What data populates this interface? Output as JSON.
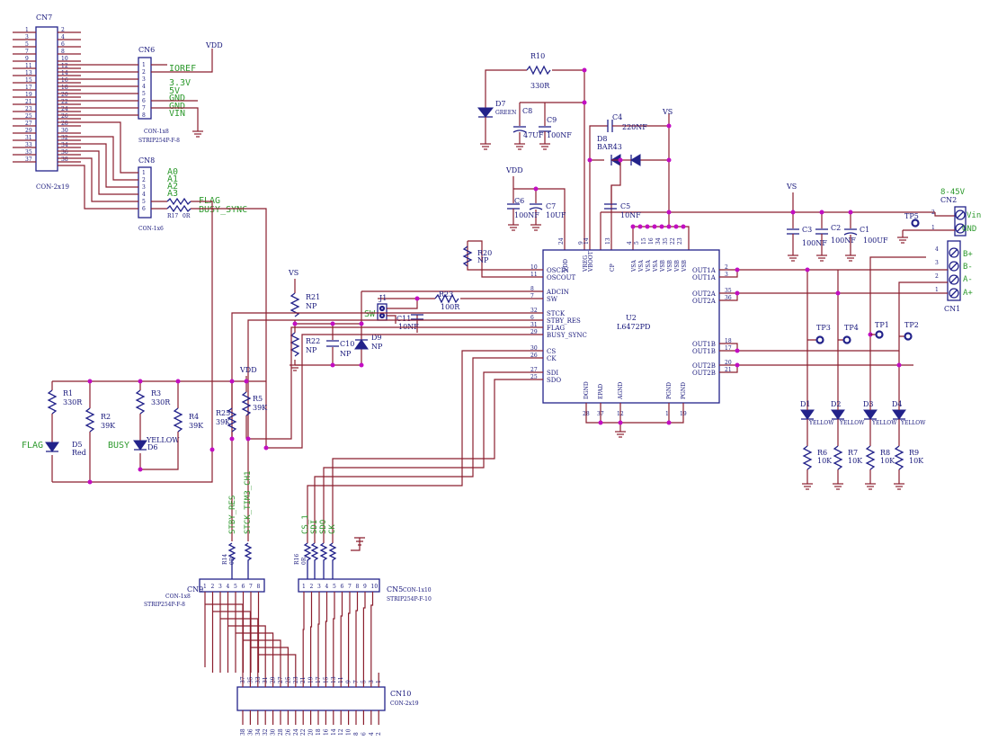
{
  "connectors": {
    "cn7": {
      "ref": "CN7",
      "type": "CON-2x19",
      "left_pins": [
        "1",
        "3",
        "5",
        "7",
        "9",
        "11",
        "13",
        "15",
        "17",
        "19",
        "21",
        "23",
        "25",
        "27",
        "29",
        "31",
        "33",
        "35",
        "37"
      ],
      "right_pins": [
        "2",
        "4",
        "6",
        "8",
        "10",
        "12",
        "14",
        "16",
        "18",
        "20",
        "22",
        "24",
        "26",
        "28",
        "30",
        "32",
        "34",
        "36",
        "38"
      ]
    },
    "cn6": {
      "ref": "CN6",
      "type": "CON-1x8",
      "part": "STRIP254P-F-8",
      "pins": [
        "1",
        "2",
        "3",
        "4",
        "5",
        "6",
        "7",
        "8"
      ],
      "nets": [
        "IOREF",
        "3.3V",
        "5V",
        "GND",
        "GND",
        "VIN"
      ]
    },
    "cn8": {
      "ref": "CN8",
      "type": "CON-1x6",
      "pins": [
        "1",
        "2",
        "3",
        "4",
        "5",
        "6"
      ],
      "nets": [
        "A0",
        "A1",
        "A2",
        "A3"
      ]
    },
    "cn9": {
      "ref": "CN9",
      "type": "CON-1x8",
      "part": "STRIP254P-F-8"
    },
    "cn5": {
      "ref": "CN5",
      "type": "CON-1x10",
      "part": "STRIP254P-F-10"
    },
    "cn10": {
      "ref": "CN10",
      "type": "CON-2x19",
      "top_pins": [
        "37",
        "35",
        "33",
        "31",
        "29",
        "27",
        "25",
        "23",
        "21",
        "19",
        "17",
        "15",
        "13",
        "11",
        "9",
        "7",
        "5",
        "3",
        "1"
      ],
      "bottom_pins": [
        "38",
        "36",
        "34",
        "32",
        "30",
        "28",
        "26",
        "24",
        "22",
        "20",
        "18",
        "16",
        "14",
        "12",
        "10",
        "8",
        "6",
        "4",
        "2"
      ]
    },
    "cn2": {
      "ref": "CN2",
      "title": "8-45V",
      "pins": [
        "2",
        "1"
      ],
      "labels": [
        "Vin",
        "GND"
      ]
    },
    "cn1": {
      "ref": "CN1",
      "pins": [
        "4",
        "3",
        "2",
        "1"
      ],
      "labels": [
        "B+",
        "B-",
        "A-",
        "A+"
      ]
    }
  },
  "nets": {
    "vdd": "VDD",
    "vs": "VS",
    "flag": "FLAG",
    "busy_sync": "BUSY_SYNC",
    "sw": "SW",
    "stby_res": "STBY_RES",
    "stck_tim3": "STCK_TIM3_CH1",
    "cs": "CS_1",
    "sdi": "SDI",
    "sdo": "SDO",
    "ck": "CK"
  },
  "ic": {
    "ref": "U2",
    "part": "L6472PD",
    "top_pins": [
      {
        "num": "24",
        "name": "VDD"
      },
      {
        "num": "9",
        "name": "VREG"
      },
      {
        "num": "14",
        "name": "VBOOT"
      },
      {
        "num": "13",
        "name": "CP"
      },
      {
        "num": "4",
        "name": "VSA"
      },
      {
        "num": "5",
        "name": "VSA"
      },
      {
        "num": "15",
        "name": "VSA"
      },
      {
        "num": "16",
        "name": "VSA"
      },
      {
        "num": "34",
        "name": "VSB"
      },
      {
        "num": "35",
        "name": "VSB"
      },
      {
        "num": "22",
        "name": "VSB"
      },
      {
        "num": "23",
        "name": "VSB"
      }
    ],
    "left_pins": [
      {
        "num": "10",
        "name": "OSCIN"
      },
      {
        "num": "11",
        "name": "OSCOUT"
      },
      {
        "num": "8",
        "name": "ADCIN"
      },
      {
        "num": "7",
        "name": "SW"
      },
      {
        "num": "32",
        "name": "STCK"
      },
      {
        "num": "6",
        "name": "STBY_RES"
      },
      {
        "num": "31",
        "name": "FLAG"
      },
      {
        "num": "29",
        "name": "BUSY_SYNC"
      },
      {
        "num": "30",
        "name": "CS"
      },
      {
        "num": "26",
        "name": "CK"
      },
      {
        "num": "27",
        "name": "SDI"
      },
      {
        "num": "25",
        "name": "SDO"
      }
    ],
    "right_pins": [
      {
        "num": "2",
        "name": "OUT1A"
      },
      {
        "num": "3",
        "name": "OUT1A"
      },
      {
        "num": "35",
        "name": "OUT2A"
      },
      {
        "num": "36",
        "name": "OUT2A"
      },
      {
        "num": "18",
        "name": "OUT1B"
      },
      {
        "num": "17",
        "name": "OUT1B"
      },
      {
        "num": "20",
        "name": "OUT2B"
      },
      {
        "num": "21",
        "name": "OUT2B"
      }
    ],
    "bottom_pins": [
      {
        "num": "28",
        "name": "DGND"
      },
      {
        "num": "37",
        "name": "EPAD"
      },
      {
        "num": "12",
        "name": "AGND"
      },
      {
        "num": "1",
        "name": "PGND"
      },
      {
        "num": "19",
        "name": "PGND"
      }
    ]
  },
  "components": {
    "r10": {
      "ref": "R10",
      "value": "330R"
    },
    "d7": {
      "ref": "D7",
      "value": "GREEN"
    },
    "c8": {
      "ref": "C8",
      "value": "47UF"
    },
    "c9": {
      "ref": "C9",
      "value": "100NF"
    },
    "c4": {
      "ref": "C4",
      "value": "220NF"
    },
    "d8": {
      "ref": "D8",
      "value": "BAR43"
    },
    "c6": {
      "ref": "C6",
      "value": "100NF"
    },
    "c7": {
      "ref": "C7",
      "value": "10UF"
    },
    "c5": {
      "ref": "C5",
      "value": "10NF"
    },
    "r20": {
      "ref": "R20",
      "value": "NP"
    },
    "r21": {
      "ref": "R21",
      "value": "NP"
    },
    "r22": {
      "ref": "R22",
      "value": "NP"
    },
    "c10": {
      "ref": "C10",
      "value": "NP"
    },
    "d9": {
      "ref": "D9",
      "value": "NP"
    },
    "j1": {
      "ref": "J1"
    },
    "c11": {
      "ref": "C11",
      "value": "10NF"
    },
    "r23": {
      "ref": "R23",
      "value": "100R"
    },
    "c3": {
      "ref": "C3",
      "value": "100NF"
    },
    "c2": {
      "ref": "C2",
      "value": "100NF"
    },
    "c1": {
      "ref": "C1",
      "value": "100UF"
    },
    "r1": {
      "ref": "R1",
      "value": "330R"
    },
    "r2": {
      "ref": "R2",
      "value": "39K"
    },
    "r3": {
      "ref": "R3",
      "value": "330R"
    },
    "r4": {
      "ref": "R4",
      "value": "39K"
    },
    "r25": {
      "ref": "R25",
      "value": "39K"
    },
    "r5": {
      "ref": "R5",
      "value": "39K"
    },
    "d5": {
      "ref": "D5",
      "value": "Red",
      "net": "FLAG"
    },
    "d6": {
      "ref": "D6",
      "value": "YELLOW",
      "net": "BUSY"
    },
    "r17": {
      "ref": "R17",
      "value": "0R"
    },
    "r14": {
      "ref": "R14",
      "value": "0R"
    },
    "r16": {
      "ref": "R16",
      "value": "0R"
    },
    "tp": [
      "TP3",
      "TP4",
      "TP1",
      "TP2",
      "TP5"
    ],
    "leds": [
      {
        "ref": "D1",
        "value": "YELLOW"
      },
      {
        "ref": "D2",
        "value": "YELLOW"
      },
      {
        "ref": "D3",
        "value": "YELLOW"
      },
      {
        "ref": "D4",
        "value": "YELLOW"
      }
    ],
    "led_res": [
      {
        "ref": "R6",
        "value": "10K"
      },
      {
        "ref": "R7",
        "value": "10K"
      },
      {
        "ref": "R8",
        "value": "10K"
      },
      {
        "ref": "R9",
        "value": "10K"
      }
    ]
  }
}
